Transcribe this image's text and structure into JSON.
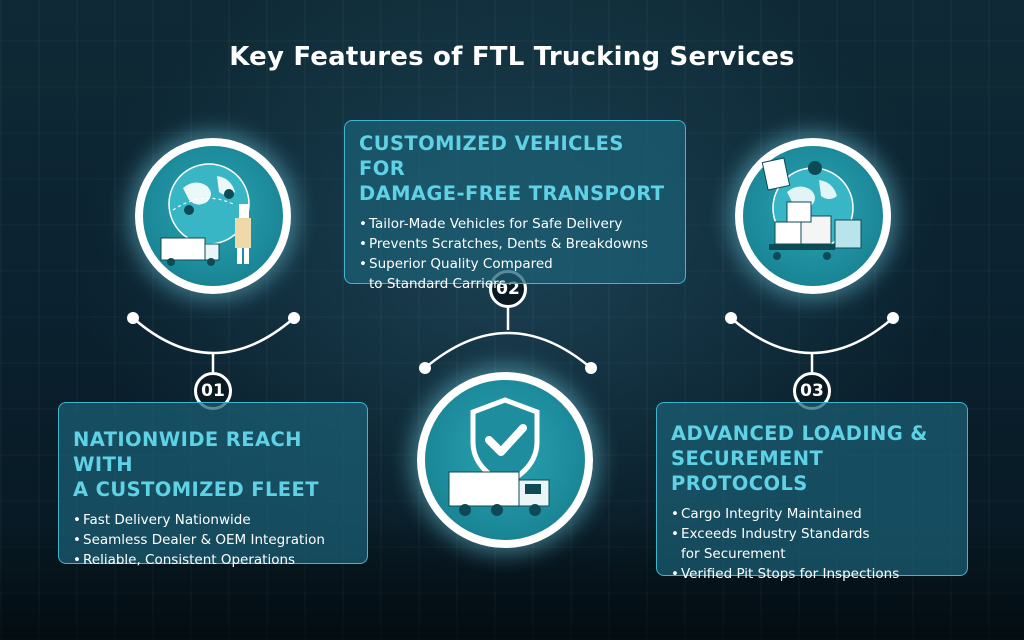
{
  "title": "Key Features of FTL Trucking Services",
  "features": [
    {
      "number": "01",
      "heading_line1": "NATIONWIDE REACH WITH",
      "heading_line2": "A CUSTOMIZED FLEET",
      "bullets": [
        "Fast Delivery Nationwide",
        "Seamless Dealer & OEM Integration",
        "Reliable, Consistent Operations"
      ],
      "icon": "globe-truck-icon"
    },
    {
      "number": "02",
      "heading_line1": "CUSTOMIZED VEHICLES FOR",
      "heading_line2": "DAMAGE-FREE TRANSPORT",
      "bullets": [
        "Tailor-Made Vehicles for Safe Delivery",
        "Prevents Scratches, Dents & Breakdowns",
        "Superior Quality Compared",
        "to Standard Carriers"
      ],
      "icon": "shield-truck-icon"
    },
    {
      "number": "03",
      "heading_line1": "ADVANCED LOADING &",
      "heading_line2": "SECUREMENT PROTOCOLS",
      "bullets": [
        "Cargo Integrity Maintained",
        "Exceeds Industry Standards",
        "for Securement",
        "Verified Pit Stops for Inspections"
      ],
      "icon": "globe-cargo-icon"
    }
  ],
  "colors": {
    "accent": "#5fd2e6",
    "card_bg": "#1c6076",
    "circle": "#1a8696",
    "background": "#0b2230"
  }
}
